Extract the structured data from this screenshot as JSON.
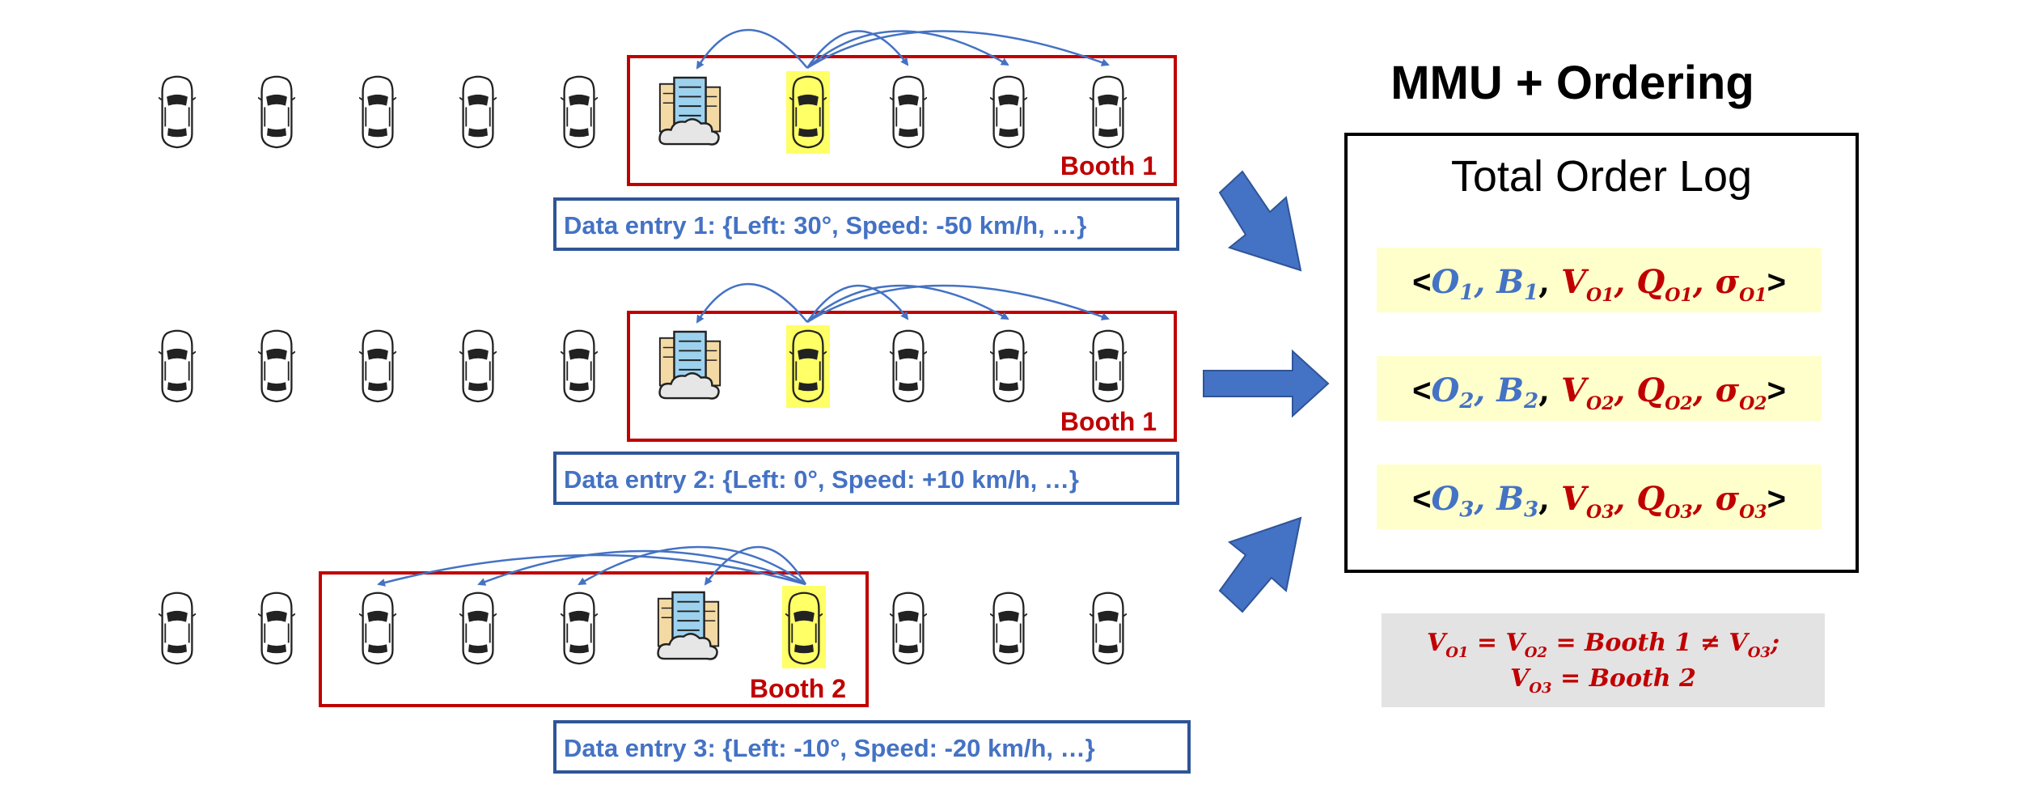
{
  "title": "MMU + Ordering",
  "log_title": "Total Order Log",
  "rows": [
    {
      "booth_label": "Booth 1",
      "entry": "Data entry 1: {Left: 30°, Speed: -50 km/h, …}"
    },
    {
      "booth_label": "Booth 1",
      "entry": "Data entry 2: {Left: 0°, Speed: +10 km/h, …}"
    },
    {
      "booth_label": "Booth 2",
      "entry": "Data entry 3: {Left: -10°, Speed: -20 km/h, …}"
    }
  ],
  "log_entries": [
    {
      "o": "O",
      "sub": "1",
      "b": "B",
      "v": "V",
      "q": "Q",
      "s": "σ"
    },
    {
      "o": "O",
      "sub": "2",
      "b": "B",
      "v": "V",
      "q": "Q",
      "s": "σ"
    },
    {
      "o": "O",
      "sub": "3",
      "b": "B",
      "v": "V",
      "q": "Q",
      "s": "σ"
    }
  ],
  "equation": {
    "line1_a": "V",
    "line1_b": " = V",
    "line1_c": " = Booth 1 ≠ V",
    "line1_end": ";",
    "line2_a": "V",
    "line2_b": " = Booth 2",
    "sub_o1": "O1",
    "sub_o2": "O2",
    "sub_o3": "O3"
  },
  "colors": {
    "booth_border": "#c00000",
    "entry_border": "#2f5597",
    "entry_text": "#4472c4",
    "arc": "#4472c4",
    "highlight": "#ffff66",
    "log_row_bg": "#ffffcc",
    "equation_bg": "#e3e3e3",
    "arrow_fill": "#4472c4"
  },
  "icons": [
    "car-icon",
    "cloud-server-icon",
    "block-arrow-icon"
  ]
}
